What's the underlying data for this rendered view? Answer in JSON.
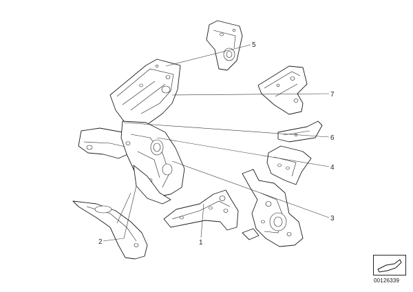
{
  "callouts": {
    "c1": "1",
    "c2": "2",
    "c3": "3",
    "c4": "4",
    "c5": "5",
    "c6": "6",
    "c7": "7"
  },
  "doc_number": "00126339",
  "colors": {
    "line": "#1a1a1a",
    "background": "#ffffff"
  }
}
